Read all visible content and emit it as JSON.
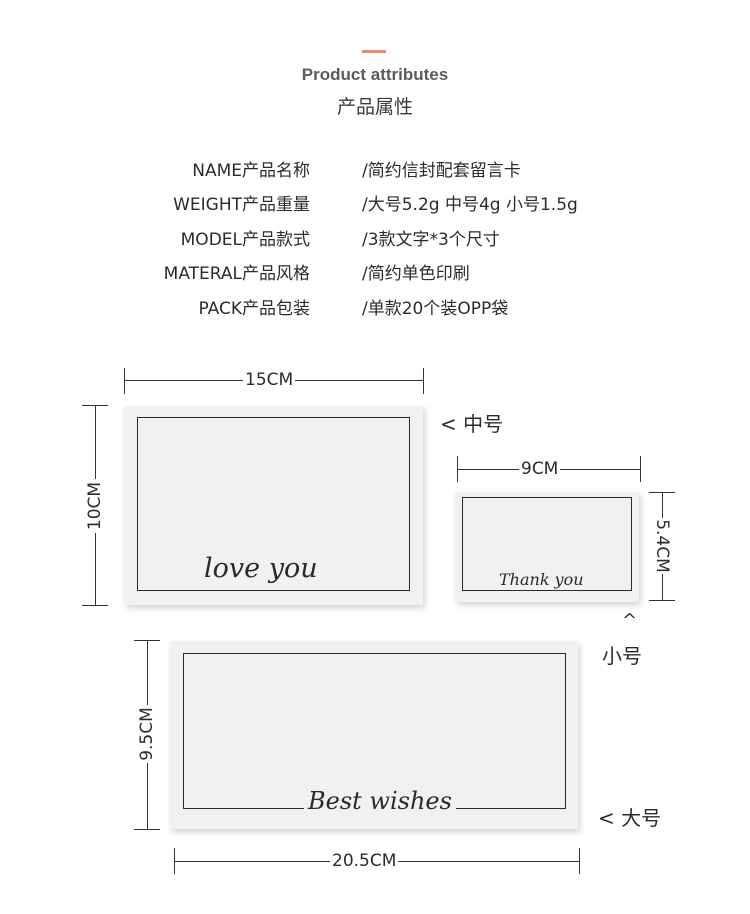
{
  "header": {
    "title_en": "Product attributes",
    "title_cn": "产品属性"
  },
  "attributes": [
    {
      "label": "NAME产品名称",
      "value": "/简约信封配套留言卡"
    },
    {
      "label": "WEIGHT产品重量",
      "value": "/大号5.2g 中号4g  小号1.5g"
    },
    {
      "label": "MODEL产品款式",
      "value": "/3款文字*3个尺寸"
    },
    {
      "label": "MATERAL产品风格",
      "value": "/简约单色印刷"
    },
    {
      "label": "PACK产品包装",
      "value": "/单款20个装OPP袋"
    }
  ],
  "cards": {
    "medium": {
      "width_label": "15CM",
      "height_label": "10CM",
      "script": "love you",
      "size_label": "< 中号"
    },
    "small": {
      "width_label": "9CM",
      "height_label": "5.4CM",
      "script": "Thank you",
      "caret": "^",
      "size_label": "小号"
    },
    "large": {
      "width_label": "20.5CM",
      "height_label": "9.5CM",
      "script": "Best wishes",
      "size_label": "< 大号"
    }
  },
  "colors": {
    "accent": "#d98b84",
    "card": "#f1f1f0",
    "line": "#333333"
  }
}
